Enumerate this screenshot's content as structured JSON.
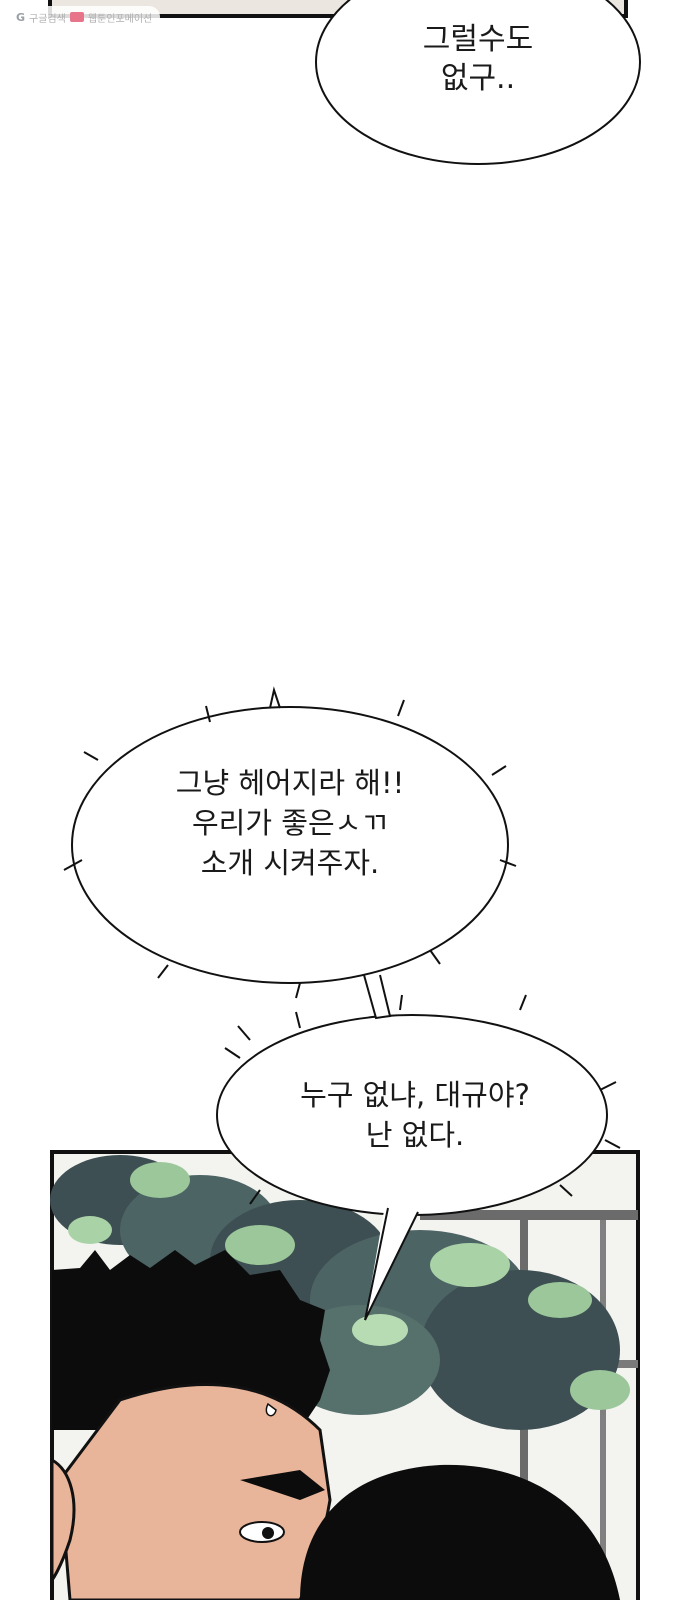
{
  "watermark": {
    "left_text": "구글검색",
    "right_text": "웹툰인포메이션"
  },
  "bubbles": [
    {
      "lines": [
        "그럴수도",
        "없구.."
      ]
    },
    {
      "lines": [
        "그냥 헤어지라 해!!",
        "우리가 좋은ㅅㄲ",
        "소개 시켜주자."
      ]
    },
    {
      "lines": [
        "누구 없냐, 대규야?",
        "난 없다."
      ]
    }
  ],
  "colors": {
    "ink": "#111111",
    "leaf_dark": "#3d4f52",
    "leaf_light": "#9bc79a",
    "skin": "#e8b49a",
    "hair": "#0c0c0c"
  }
}
